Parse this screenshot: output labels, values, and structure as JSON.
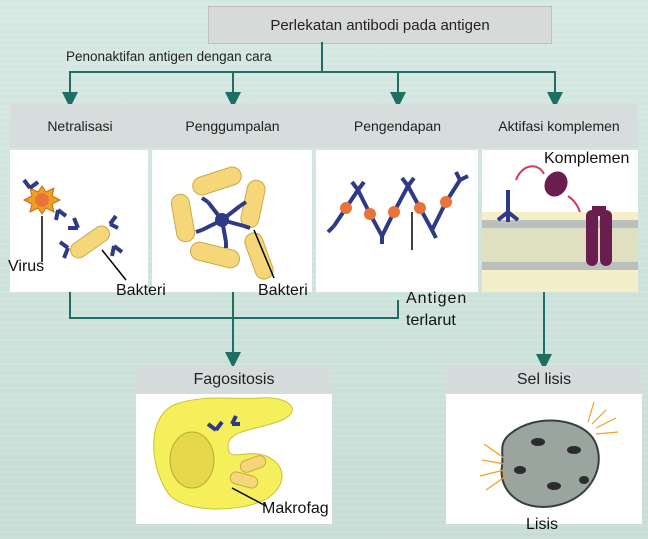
{
  "title": "Perlekatan antibodi pada antigen",
  "subtitle": "Penonaktifan antigen dengan cara",
  "methods": [
    {
      "label": "Netralisasi"
    },
    {
      "label": "Penggumpalan"
    },
    {
      "label": "Pengendapan"
    },
    {
      "label": "Aktifasi komplemen"
    }
  ],
  "labels": {
    "virus": "Virus",
    "bakteri_1": "Bakteri",
    "bakteri_2": "Bakteri",
    "antigen_line1": "Antigen",
    "antigen_line2": "terlarut",
    "komplemen": "Komplemen",
    "makrofag": "Makrofag",
    "lisis": "Lisis"
  },
  "outcomes": {
    "fagositosis": "Fagositosis",
    "sel_lisis": "Sel lisis"
  },
  "colors": {
    "arrow": "#1f6e63",
    "antibody": "#2f3a87",
    "bacteria": "#f5d77a",
    "antigen": "#e8743a",
    "complement": "#6a1d4f",
    "macrophage": "#f4ef5a",
    "lysed_cell": "#9aa5a0"
  }
}
